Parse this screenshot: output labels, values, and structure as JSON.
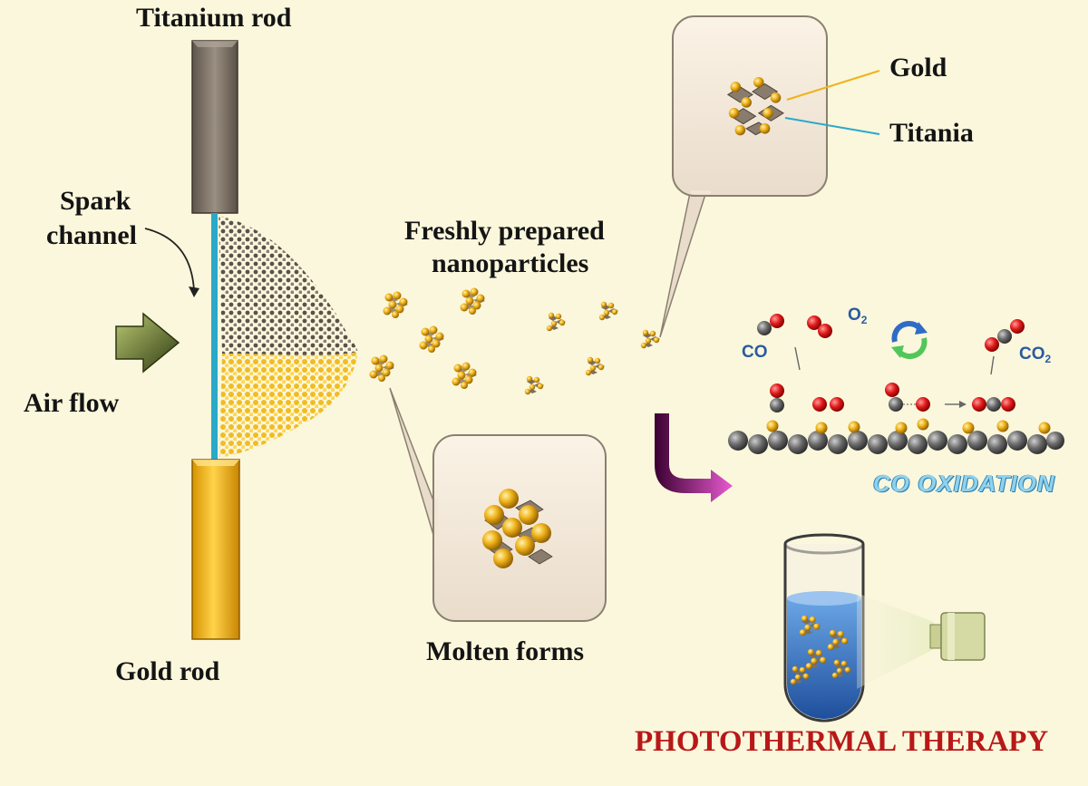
{
  "labels": {
    "titanium_rod": "Titanium rod",
    "gold_rod": "Gold rod",
    "spark": "Spark",
    "channel": "channel",
    "air_flow": "Air flow",
    "freshly_prepared": "Freshly prepared",
    "nanoparticles": "nanoparticles",
    "molten_forms": "Molten forms",
    "gold": "Gold",
    "titania": "Titania"
  },
  "reaction": {
    "co": "CO",
    "o2_base": "O",
    "o2_sub": "2",
    "co2_base": "CO",
    "co2_sub": "2",
    "co_oxidation": "CO OXIDATION"
  },
  "therapy": {
    "title": "PHOTOTHERMAL THERAPY"
  },
  "colors": {
    "background": "#fbf7dc",
    "titanium": "#7a6f63",
    "gold": "#f2b200",
    "spark_channel": "#2aa9c9",
    "oxygen": "#d81e1e",
    "carbon": "#555555",
    "therapy_text": "#b81818"
  }
}
